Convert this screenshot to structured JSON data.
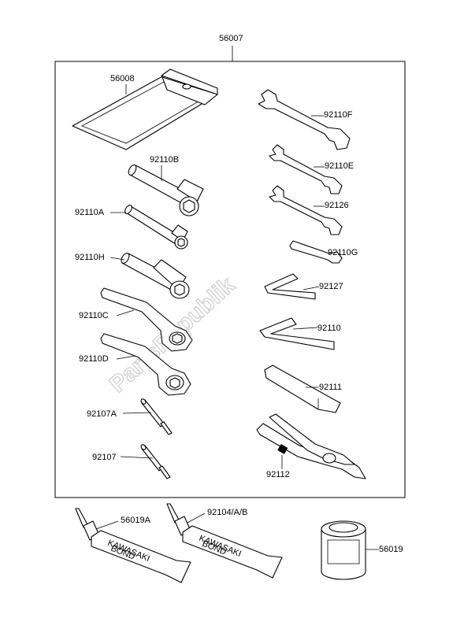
{
  "watermark": "PartsRepublik",
  "assembly": {
    "label": "56007"
  },
  "labels": {
    "p56008": "56008",
    "p92110B": "92110B",
    "p92110A": "92110A",
    "p92110H": "92110H",
    "p92110C": "92110C",
    "p92110D": "92110D",
    "p92107A": "92107A",
    "p92107": "92107",
    "p92110F": "92110F",
    "p92110E": "92110E",
    "p92126": "92126",
    "p92110G": "92110G",
    "p92127": "92127",
    "p92110": "92110",
    "p92111": "92111",
    "p92112": "92112",
    "p56019A": "56019A",
    "p92104AB": "92104/A/B",
    "p56019": "56019"
  },
  "tube_print": {
    "line1": "KAWASAKI",
    "line2": "BOND"
  }
}
